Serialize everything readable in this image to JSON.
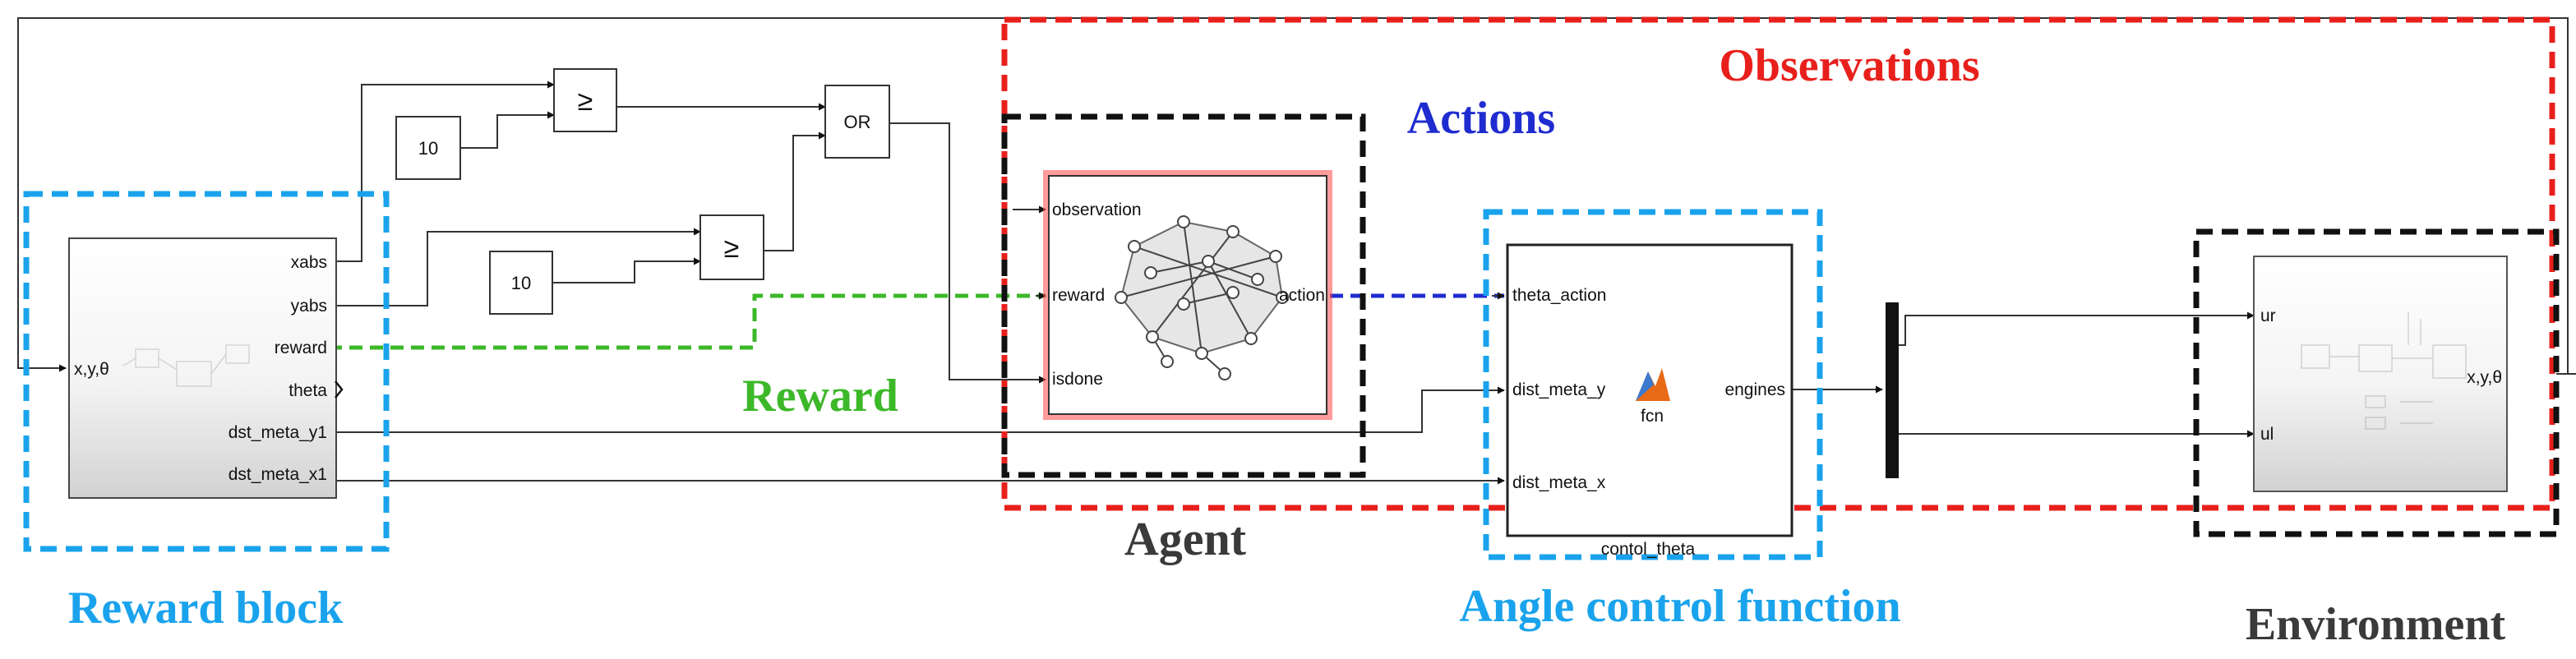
{
  "colors": {
    "observations": "#e8201c",
    "actions": "#1f2ccf",
    "reward": "#3cb829",
    "reward_block": "#1aa3ec",
    "angle_control": "#1aa3ec",
    "agent": "#111111",
    "environment": "#111111"
  },
  "regions": {
    "observations": "Observations",
    "actions": "Actions",
    "reward": "Reward",
    "reward_block": "Reward block",
    "agent": "Agent",
    "angle_control": "Angle control function",
    "environment": "Environment"
  },
  "reward_block": {
    "input": "x,y,θ",
    "outputs": [
      "xabs",
      "yabs",
      "reward",
      "theta",
      "dst_meta_y1",
      "dst_meta_x1"
    ]
  },
  "constants": [
    "10",
    "10"
  ],
  "compare": [
    "≥",
    "≥"
  ],
  "or_label": "OR",
  "agent": {
    "inputs": [
      "observation",
      "reward",
      "isdone"
    ],
    "output": "action"
  },
  "control": {
    "inputs": [
      "theta_action",
      "dist_meta_y",
      "dist_meta_x"
    ],
    "output": "engines",
    "function": "fcn",
    "block_name": "contol_theta",
    "icon": "matlab-icon"
  },
  "environment": {
    "inputs": [
      "ur",
      "ul"
    ],
    "output": "x,y,θ"
  }
}
